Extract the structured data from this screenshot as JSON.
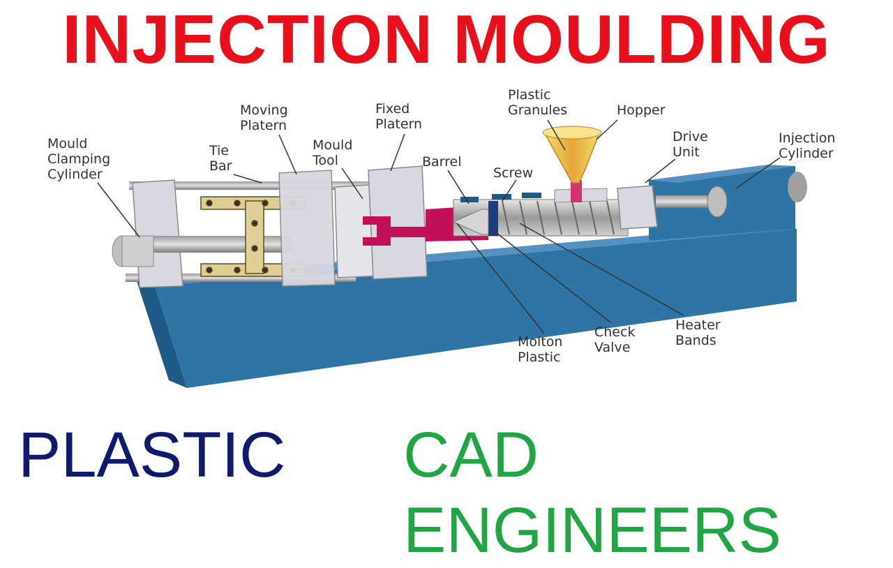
{
  "title": "INJECTION MOULDING",
  "footer": {
    "left": "PLASTIC",
    "right": "CAD ENGINEERS"
  },
  "colors": {
    "title": "#e8101a",
    "left": "#0d1a6e",
    "right": "#1fa542",
    "base": "#2e75a6",
    "base_dark": "#1f5a86",
    "barrel": "#c4105a",
    "hopper": "#f2c24a"
  },
  "labels": {
    "mould_clamping_cylinder": [
      "Mould",
      "Clamping",
      "Cylinder"
    ],
    "tie_bar": [
      "Tie",
      "Bar"
    ],
    "moving_platern": [
      "Moving",
      "Platern"
    ],
    "mould_tool": [
      "Mould",
      "Tool"
    ],
    "fixed_platern": [
      "Fixed",
      "Platern"
    ],
    "barrel": [
      "Barrel"
    ],
    "screw": [
      "Screw"
    ],
    "plastic_granules": [
      "Plastic",
      "Granules"
    ],
    "hopper": [
      "Hopper"
    ],
    "drive_unit": [
      "Drive",
      "Unit"
    ],
    "injection_cylinder": [
      "Injection",
      "Cylinder"
    ],
    "molton_plastic": [
      "Molton",
      "Plastic"
    ],
    "check_valve": [
      "Check",
      "Valve"
    ],
    "heater_bands": [
      "Heater",
      "Bands"
    ]
  }
}
